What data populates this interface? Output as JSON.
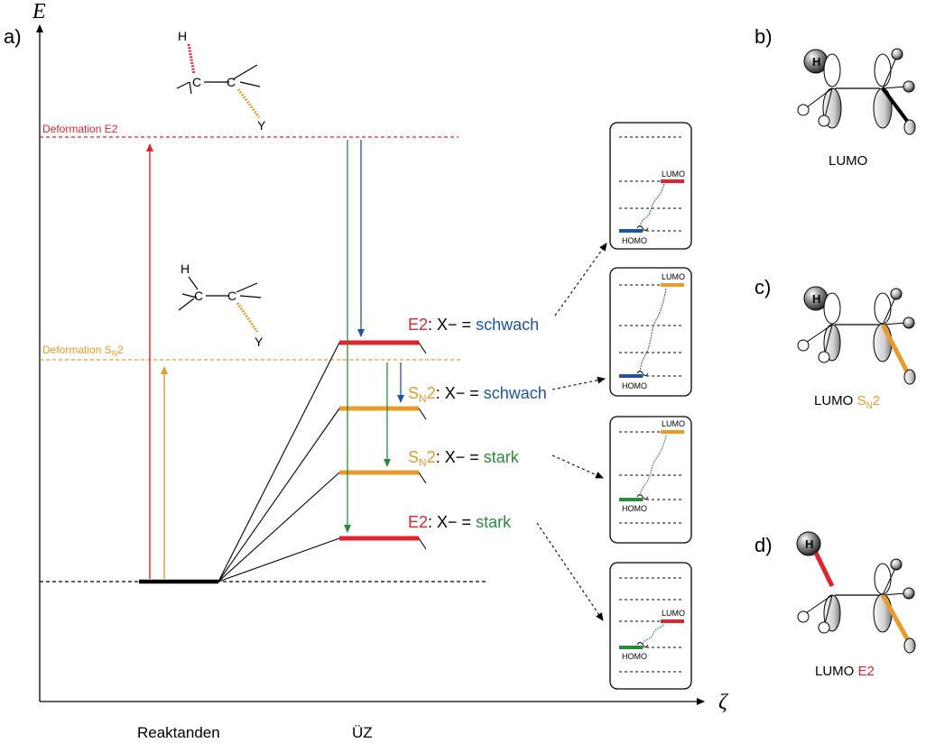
{
  "panels": {
    "a": "a)",
    "b": "b)",
    "c": "c)",
    "d": "d)"
  },
  "axes": {
    "y_label": "E",
    "x_label": "ζ",
    "x_reactants": "Reaktanden",
    "x_ts": "ÜZ"
  },
  "deformation": {
    "e2": "Deformation E2",
    "sn2_prefix": "Deformation S",
    "sn2_sub": "N",
    "sn2_suffix": "2"
  },
  "molecules": {
    "h": "H",
    "c": "C",
    "y": "Y"
  },
  "ts_levels": [
    {
      "rxn": "E2",
      "rxn_sub": "",
      "rxn_suffix": "",
      "eq": ": X− = ",
      "base": "schwach",
      "rxn_color": "#e0242f",
      "base_color": "#1c54a0"
    },
    {
      "rxn": "S",
      "rxn_sub": "N",
      "rxn_suffix": "2",
      "eq": ": X− = ",
      "base": "schwach",
      "rxn_color": "#e89b2a",
      "base_color": "#1c54a0"
    },
    {
      "rxn": "S",
      "rxn_sub": "N",
      "rxn_suffix": "2",
      "eq": ": X− = ",
      "base": "stark",
      "rxn_color": "#e89b2a",
      "base_color": "#2c8a3a"
    },
    {
      "rxn": "E2",
      "rxn_sub": "",
      "rxn_suffix": "",
      "eq": ": X− = ",
      "base": "stark",
      "rxn_color": "#e0242f",
      "base_color": "#2c8a3a"
    }
  ],
  "orbital_boxes": {
    "lumo": "LUMO",
    "homo": "HOMO"
  },
  "lumo_panels": {
    "b": {
      "text": "LUMO",
      "suffix": "",
      "suffix_sub": "",
      "suffix_tail": ""
    },
    "c": {
      "text": "LUMO ",
      "suffix": "S",
      "suffix_sub": "N",
      "suffix_tail": "2"
    },
    "d": {
      "text": "LUMO ",
      "suffix": "E2",
      "suffix_sub": "",
      "suffix_tail": ""
    }
  },
  "colors": {
    "e2": "#e0242f",
    "sn2": "#e89b2a",
    "weak": "#1c54a0",
    "strong": "#2c8a3a",
    "black": "#000000"
  }
}
